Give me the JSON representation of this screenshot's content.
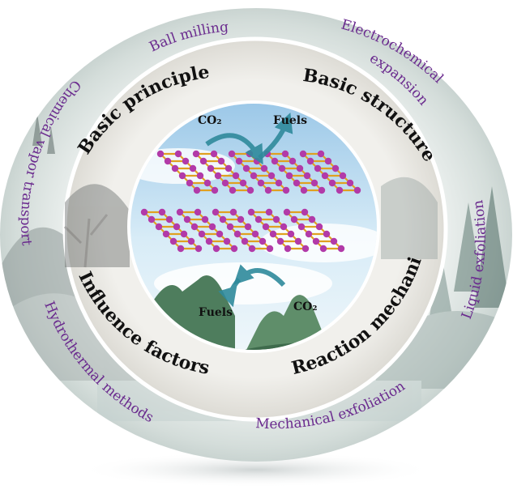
{
  "outer_methods": {
    "ball_milling": "Ball milling",
    "electrochemical": "Electrochemical",
    "expansion": "expansion",
    "chemical_vapor_transport": "Chemical vapor transport",
    "liquid_exfoliation": "Liquid exfoliation",
    "hydrothermal_methods": "Hydrothermal methods",
    "mechanical_exfoliation": "Mechanical exfoliation"
  },
  "inner_topics": {
    "basic_principle": "Basic principle",
    "basic_structure": "Basic structure",
    "influence_factors": "Influence factors",
    "reaction_mechanism": "Reaction mechanism"
  },
  "center": {
    "co2_top": "CO₂",
    "fuels_top": "Fuels",
    "fuels_bottom": "Fuels",
    "co2_bottom": "CO₂"
  },
  "colors": {
    "outer_text": "#6a2a8e",
    "inner_text": "#111111",
    "outer_ring": "#e6ece9",
    "inner_ring": "#ecebe6",
    "atom": "#b23aa8",
    "bond": "#e0a020",
    "arrow": "#2f8a9c"
  }
}
